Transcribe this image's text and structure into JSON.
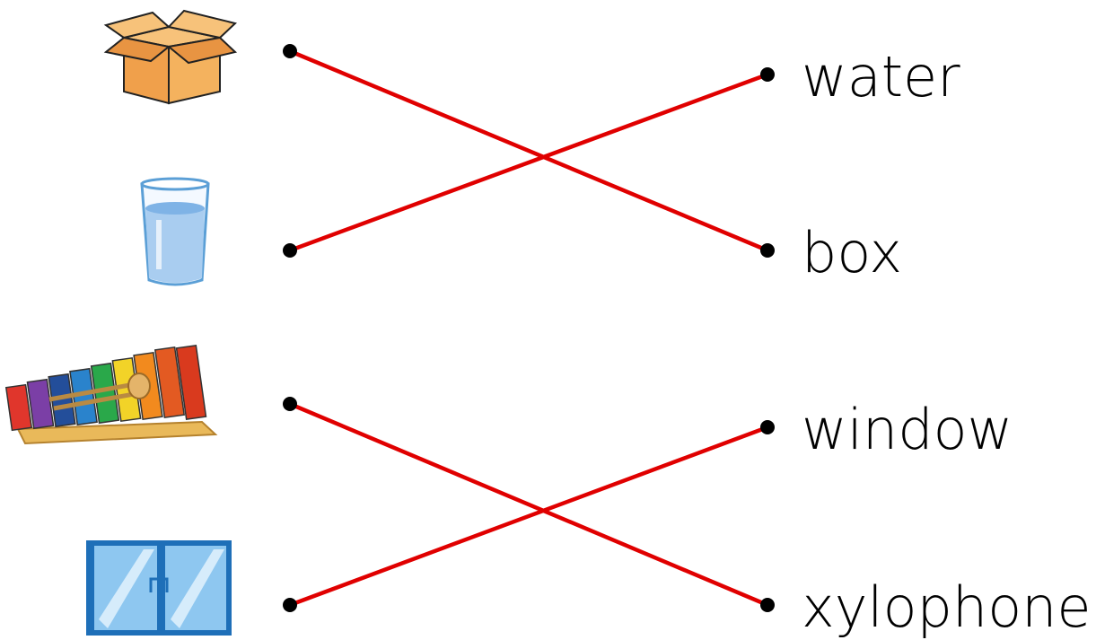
{
  "left_items": [
    {
      "picture": "box-icon"
    },
    {
      "picture": "water-glass-icon"
    },
    {
      "picture": "xylophone-icon"
    },
    {
      "picture": "window-icon"
    }
  ],
  "right_words": [
    {
      "label": "water"
    },
    {
      "label": "box"
    },
    {
      "label": "window"
    },
    {
      "label": "xylophone"
    }
  ],
  "connections": [
    {
      "from": "box-icon",
      "to": "box"
    },
    {
      "from": "water-glass-icon",
      "to": "water"
    },
    {
      "from": "xylophone-icon",
      "to": "xylophone"
    },
    {
      "from": "window-icon",
      "to": "window"
    }
  ],
  "colors": {
    "line": "#e00000",
    "dot": "#000000"
  }
}
